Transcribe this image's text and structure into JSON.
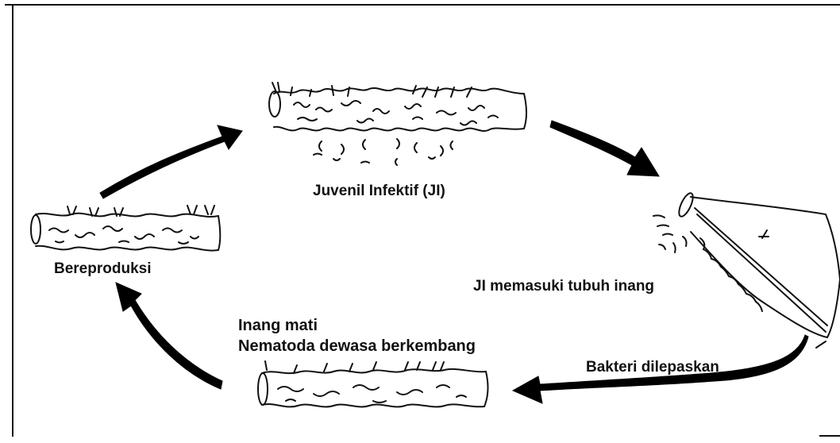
{
  "diagram": {
    "stages": {
      "juvenile": "Juvenil Infektif (JI)",
      "entering": "JI memasuki tubuh inang",
      "bacteria": "Bakteri dilepaskan",
      "host_dies": "Inang mati",
      "adults": "Nematoda dewasa berkembang",
      "reproduce": "Bereproduksi"
    },
    "line_color": "#111111",
    "arrow_color": "#000000"
  }
}
